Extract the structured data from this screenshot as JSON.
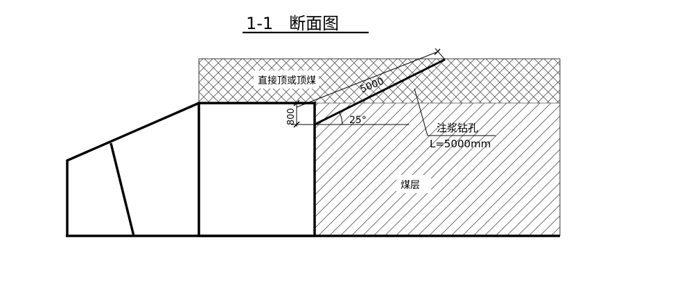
{
  "title": "1-1   断面图",
  "labels": {
    "roof": "直接顶或顶煤",
    "coal": "煤层",
    "drill_hole_name": "注浆钻孔",
    "drill_hole_length": "L=5000mm"
  },
  "dimensions": {
    "hole_length": "5000",
    "angle": "25°",
    "height_offset": "800"
  },
  "colors": {
    "line": "#000000",
    "background": "#ffffff",
    "hatch": "#555555"
  }
}
